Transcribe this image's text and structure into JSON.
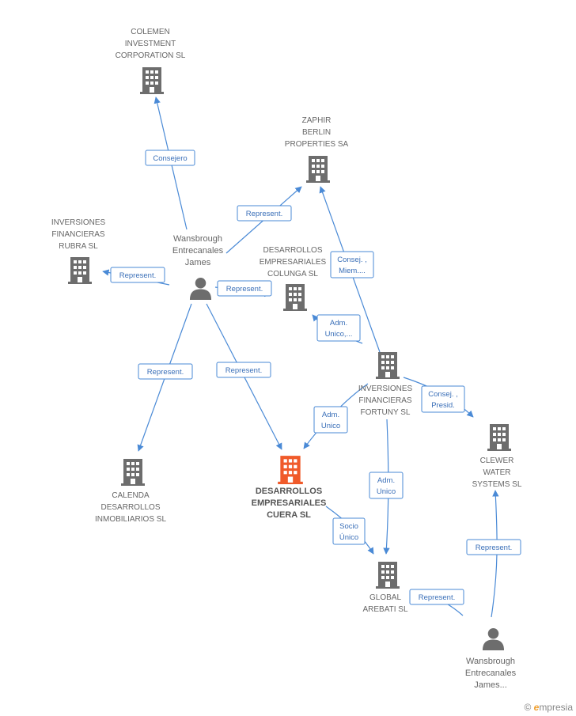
{
  "colors": {
    "edge": "#4a8ad6",
    "building": "#6d6d6d",
    "main_building": "#f05a2a",
    "person": "#6d6d6d"
  },
  "nodes": {
    "colemen": [
      "COLEMEN",
      "INVESTMENT",
      "CORPORATION SL"
    ],
    "zaphir": [
      "ZAPHIR",
      "BERLIN",
      "PROPERTIES SA"
    ],
    "rubra": [
      "INVERSIONES",
      "FINANCIERAS",
      "RUBRA SL"
    ],
    "colunga": [
      "DESARROLLOS",
      "EMPRESARIALES",
      "COLUNGA SL"
    ],
    "fortuny": [
      "INVERSIONES",
      "FINANCIERAS",
      "FORTUNY SL"
    ],
    "clewer": [
      "CLEWER",
      "WATER",
      "SYSTEMS SL"
    ],
    "calenda": [
      "CALENDA",
      "DESARROLLOS",
      "INMOBILIARIOS SL"
    ],
    "cuera": [
      "DESARROLLOS",
      "EMPRESARIALES",
      "CUERA SL"
    ],
    "arebati": [
      "GLOBAL",
      "AREBATI SL"
    ],
    "james1": [
      "Wansbrough",
      "Entrecanales",
      "James"
    ],
    "james2": [
      "Wansbrough",
      "Entrecanales",
      "James..."
    ]
  },
  "edges": {
    "consejero": [
      "Consejero"
    ],
    "rep_zaphir": [
      "Represent."
    ],
    "rep_rubra": [
      "Represent."
    ],
    "rep_colunga": [
      "Represent."
    ],
    "rep_calenda": [
      "Represent."
    ],
    "rep_cuera": [
      "Represent."
    ],
    "consej_miem": [
      "Consej. ,",
      "Miem...."
    ],
    "adm_unico_colunga": [
      "Adm.",
      "Unico,..."
    ],
    "adm_unico_cuera": [
      "Adm.",
      "Unico"
    ],
    "consej_presid": [
      "Consej. ,",
      "Presid."
    ],
    "adm_unico_arebati": [
      "Adm.",
      "Unico"
    ],
    "socio_unico": [
      "Socio",
      "Único"
    ],
    "rep_arebati": [
      "Represent."
    ],
    "rep_clewer": [
      "Represent."
    ]
  },
  "footer": {
    "copyright": "©",
    "brand_e": "e",
    "brand_rest": "mpresia"
  }
}
